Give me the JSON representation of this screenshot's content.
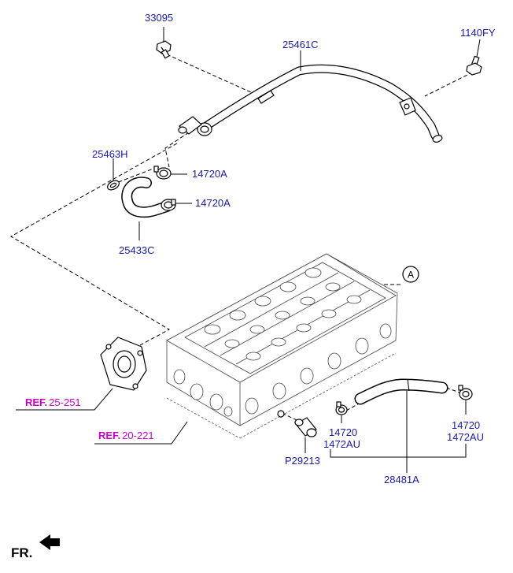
{
  "labels": {
    "bolt_33095": "33095",
    "pipe_25461C": "25461C",
    "bolt_1140FY": "1140FY",
    "oring_25463H": "25463H",
    "clamp_upper_14720A": "14720A",
    "clamp_lower_14720A": "14720A",
    "hose_25433C": "25433C",
    "clamp_mid_14720": "14720",
    "clamp_mid_1472AU": "1472AU",
    "clamp_right_14720": "14720",
    "clamp_right_1472AU": "1472AU",
    "fitting_P29213": "P29213",
    "hose_28481A": "28481A"
  },
  "references": {
    "ref1_prefix": "REF.",
    "ref1_number": "25-251",
    "ref2_prefix": "REF.",
    "ref2_number": "20-221"
  },
  "callout": "A",
  "front_indicator": "FR.",
  "colors": {
    "part_number": "#1a1aa8",
    "reference": "#cc00cc",
    "line": "#000000"
  }
}
